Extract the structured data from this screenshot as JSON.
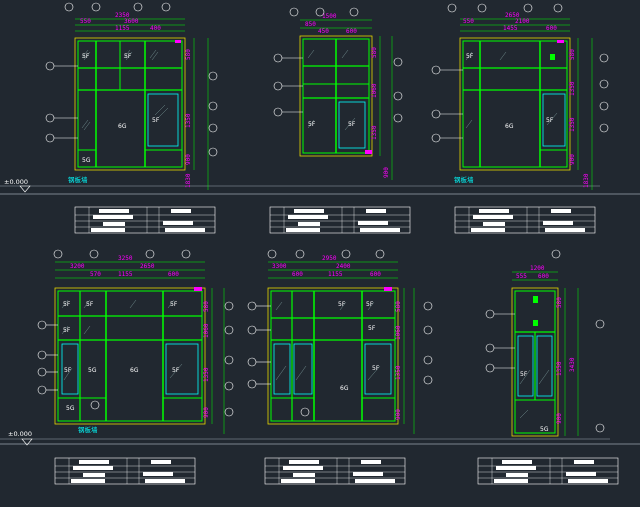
{
  "colors": {
    "background": "#212830",
    "frame": "#00ff00",
    "dimension": "#ff00ff",
    "glass": "#00ffff",
    "annotation": "#ffffff",
    "yellow": "#e8d800"
  },
  "levels": {
    "top_left": "±0.000",
    "bottom_left": "±0.000"
  },
  "elevations": [
    {
      "id": "w1",
      "dims_top": [
        "2350",
        "550",
        "3600",
        "1155",
        "400"
      ],
      "dims_right": [
        "580",
        "1350",
        "900",
        "1830"
      ],
      "panes": [
        "5F",
        "5F",
        "6G",
        "5F",
        "5G"
      ],
      "note": "钢板墙"
    },
    {
      "id": "w2",
      "dims_top": [
        "1500",
        "850",
        "450",
        "600"
      ],
      "dims_right": [
        "580",
        "1060",
        "1350",
        "900"
      ],
      "panes": [
        "5F",
        "5F"
      ],
      "note": ""
    },
    {
      "id": "w3",
      "dims_top": [
        "2650",
        "550",
        "2100",
        "1455",
        "600"
      ],
      "dims_right": [
        "580",
        "1350",
        "1350",
        "900",
        "1830"
      ],
      "panes": [
        "5F",
        "6G",
        "5F"
      ],
      "note": "钢板墙"
    },
    {
      "id": "w4",
      "dims_top": [
        "3250",
        "3200",
        "570",
        "2650",
        "1155",
        "600"
      ],
      "dims_right": [
        "580",
        "1060",
        "1350",
        "900"
      ],
      "panes": [
        "5F",
        "5F",
        "5F",
        "5F",
        "5F",
        "5G",
        "6G",
        "5F",
        "5G"
      ],
      "note": "钢板墙"
    },
    {
      "id": "w5",
      "dims_top": [
        "2950",
        "3300",
        "600",
        "2400",
        "1155",
        "600"
      ],
      "dims_right": [
        "580",
        "1060",
        "1350",
        "900"
      ],
      "panes": [
        "5F",
        "5F",
        "5F",
        "6G",
        "5F"
      ],
      "note": ""
    },
    {
      "id": "w6",
      "dims_top": [
        "1200",
        "555",
        "600"
      ],
      "dims_right": [
        "580",
        "1350",
        "3430",
        "900"
      ],
      "panes": [
        "5F",
        "5G"
      ],
      "note": ""
    }
  ]
}
